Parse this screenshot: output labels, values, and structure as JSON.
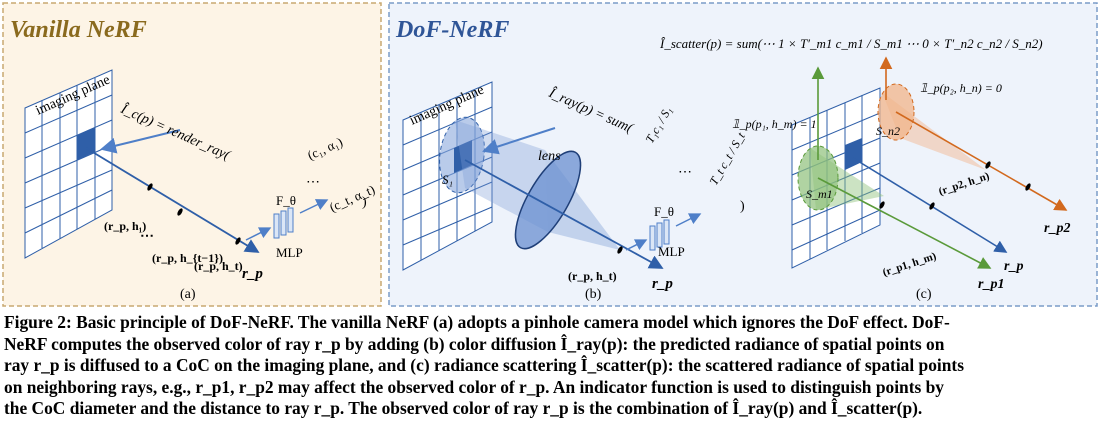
{
  "figure": {
    "panel_a": {
      "title": "Vanilla NeRF",
      "plane_label": "imaging plane",
      "render_eq": "Î_c(p) = render_ray(",
      "tuple_1": "(c₁, α₁)",
      "tuple_dots": "⋯",
      "tuple_t": "(c_t, α_t)",
      "close_paren": ")",
      "f_label": "F_θ",
      "mlp_label": "MLP",
      "point_1": "(r_p, h₁)",
      "point_dots": "⋯",
      "point_t1": "(r_p, h_{t−1})",
      "point_t": "(r_p, h_t)",
      "ray_label": "r_p",
      "sub_label": "(a)"
    },
    "panel_b": {
      "title": "DoF-NeRF",
      "plane_label": "imaging plane",
      "ray_eq": "Î_ray(p) = sum(",
      "frac_1": "T₁c₁ / S₁",
      "dots": "⋯",
      "frac_t": "T_t c_t / S_t",
      "close_paren": ")",
      "s1_label": "S₁",
      "lens_label": "lens",
      "f_label": "F_θ",
      "mlp_label": "MLP",
      "point_t": "(r_p, h_t)",
      "ray_label": "r_p",
      "sub_label": "(b)"
    },
    "panel_c": {
      "scatter_eq": "Î_scatter(p) = sum(⋯ 1 × T′_m1 c_m1 / S_m1  ⋯  0 × T′_n2 c_n2 / S_n2)",
      "indicator_1": "𝟙_p(p₁, h_m) = 1",
      "indicator_2": "𝟙_p(p₂, h_n) = 0",
      "sn2_label": "S_n2",
      "sm1_label": "S_m1",
      "point_n": "(r_p2, h_n)",
      "point_m": "(r_p1, h_m)",
      "ray_p": "r_p",
      "ray_p1": "r_p1",
      "ray_p2": "r_p2",
      "sub_label": "(c)"
    }
  },
  "caption": {
    "lines": [
      "Figure 2: Basic principle of DoF-NeRF. The vanilla NeRF (a) adopts a pinhole camera model which ignores the DoF effect. DoF-",
      "NeRF computes the observed color of ray r_p by adding (b) color diffusion Î_ray(p): the predicted radiance of spatial points on",
      "ray r_p is diffused to a CoC on the imaging plane, and (c) radiance scattering Î_scatter(p): the scattered radiance of spatial points",
      "on neighboring rays, e.g., r_p1, r_p2 may affect the observed color of r_p. An indicator function is used to distinguish points by",
      "the CoC diameter and the distance to ray r_p. The observed color of ray r_p is the combination of Î_ray(p) and Î_scatter(p)."
    ]
  },
  "colors": {
    "panel_a_bg": "#fdf4e6",
    "panel_a_border": "#c8a870",
    "panel_a_title": "#8a6a1e",
    "panel_bc_bg": "#eef3fb",
    "panel_bc_border": "#7a9cc8",
    "panel_bc_title": "#2f5597",
    "ray_blue": "#2f5fa8",
    "green": "#5a9a3a",
    "orange": "#d2691e"
  }
}
